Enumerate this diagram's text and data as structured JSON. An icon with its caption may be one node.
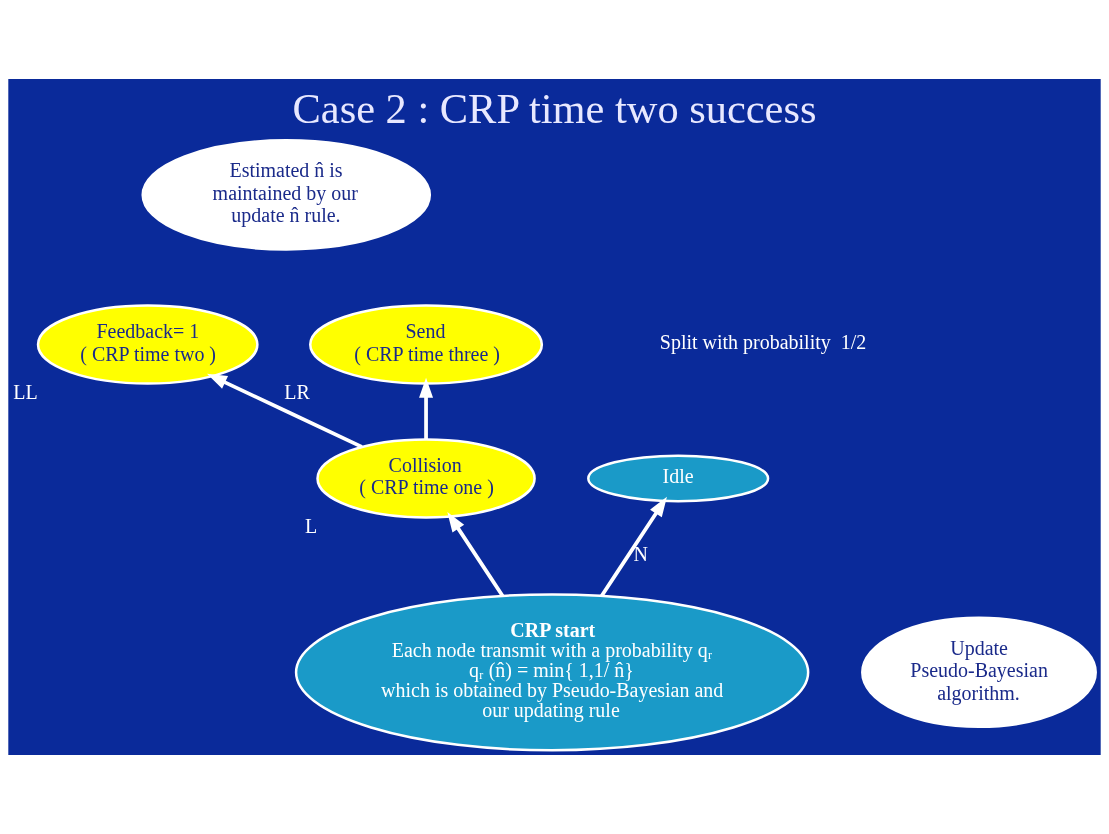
{
  "diagram": {
    "title": "Case 2 : CRP time two success",
    "nodes": [
      {
        "text": [
          "Estimated n̂ is maintained by our update n̂ rule."
        ]
      },
      {
        "text": [
          "Feedback= 1",
          "( CRP time two )"
        ],
        "beside": [
          "LL"
        ]
      },
      {
        "text": [
          "Send",
          "( CRP time three )"
        ],
        "beside": [
          "LR"
        ]
      },
      {
        "text": [
          "Collision",
          "( CRP time one )"
        ],
        "beside": [
          "L"
        ]
      },
      {
        "text": [
          "Idle"
        ]
      },
      {
        "text": [
          "Update Pseudo-Bayesian algorithm."
        ]
      },
      {
        "text": [
          "CRP start",
          "Each node transmit with a probability qᵣ",
          "qᵣ (n̂) = min{ 1,1/ n̂}",
          "which is obtained by Pseudo-Bayesian and our updating rule"
        ]
      }
    ],
    "edges": [
      {
        "from": 3,
        "to": 1,
        "arrow": "to"
      },
      {
        "from": 3,
        "to": 2,
        "arrow": "to"
      },
      {
        "from": 6,
        "to": 3,
        "arrow": "to"
      },
      {
        "from": 6,
        "to": 4,
        "arrow": "to",
        "label": "N"
      }
    ],
    "labels": [
      "Split with probability  1/2"
    ]
  }
}
